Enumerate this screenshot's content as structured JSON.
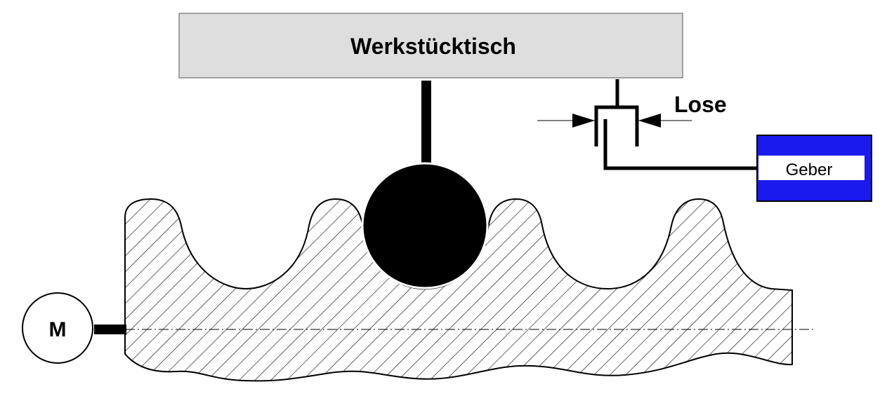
{
  "table": {
    "label": "Werkstücktisch",
    "fill_color": "#dedede"
  },
  "backlash": {
    "label": "Lose"
  },
  "encoder": {
    "label": "Geber",
    "frame_color": "#1a1aee"
  },
  "motor": {
    "label": "M"
  },
  "ball": {
    "color": "#000000"
  },
  "screw": {
    "hatch_color": "#000000",
    "outline_color": "#000000"
  },
  "icons": {
    "motor": "circle-motor-icon",
    "ball": "ball-icon",
    "dimension_arrows": "dimension-arrow-icon"
  }
}
